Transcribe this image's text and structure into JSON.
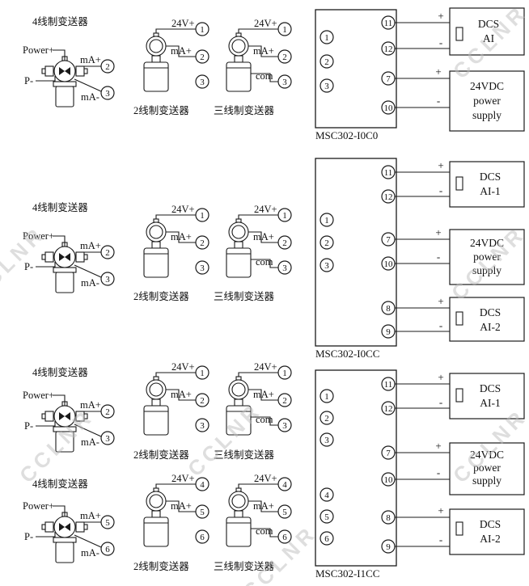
{
  "watermark": {
    "text": "CCLNR"
  },
  "labels": {
    "four_wire": "4线制变送器",
    "two_wire": "2线制变送器",
    "three_wire": "三线制变送器",
    "power_plus": "Power+",
    "p_minus": "P-",
    "ma_plus": "mA+",
    "ma_minus": "mA-",
    "v24": "24V+",
    "com": "com",
    "plus": "+",
    "minus": "-"
  },
  "boxes": {
    "dcs_ai": [
      "DCS",
      "AI"
    ],
    "dcs_ai1": [
      "DCS",
      "AI-1"
    ],
    "dcs_ai2": [
      "DCS",
      "AI-2"
    ],
    "psu": [
      "24VDC",
      "power",
      "supply"
    ]
  },
  "sections": [
    {
      "module_name": "MSC302-I0C0",
      "left_terminals": [
        "1",
        "2",
        "3"
      ],
      "right_terminals": [
        "11",
        "12",
        "7",
        "10"
      ],
      "tx4_terminals": [
        "2",
        "3"
      ],
      "tx2_terminals": [
        "1",
        "2",
        "3"
      ],
      "tx3_terminals": [
        "1",
        "2",
        "3"
      ]
    },
    {
      "module_name": "MSC302-I0CC",
      "left_terminals": [
        "1",
        "2",
        "3"
      ],
      "right_terminals": [
        "11",
        "12",
        "7",
        "10",
        "8",
        "9"
      ],
      "tx4_terminals": [
        "2",
        "3"
      ],
      "tx2_terminals": [
        "1",
        "2",
        "3"
      ],
      "tx3_terminals": [
        "1",
        "2",
        "3"
      ]
    },
    {
      "module_name": "MSC302-I1CC",
      "left_terminals": [
        "1",
        "2",
        "3",
        "4",
        "5",
        "6"
      ],
      "right_terminals": [
        "11",
        "12",
        "7",
        "10",
        "8",
        "9"
      ],
      "rowA": {
        "tx4_terminals": [
          "2",
          "3"
        ],
        "tx2_terminals": [
          "1",
          "2",
          "3"
        ],
        "tx3_terminals": [
          "1",
          "2",
          "3"
        ]
      },
      "rowB": {
        "tx4_terminals": [
          "5",
          "6"
        ],
        "tx2_terminals": [
          "4",
          "5",
          "6"
        ],
        "tx3_terminals": [
          "4",
          "5",
          "6"
        ]
      }
    }
  ]
}
